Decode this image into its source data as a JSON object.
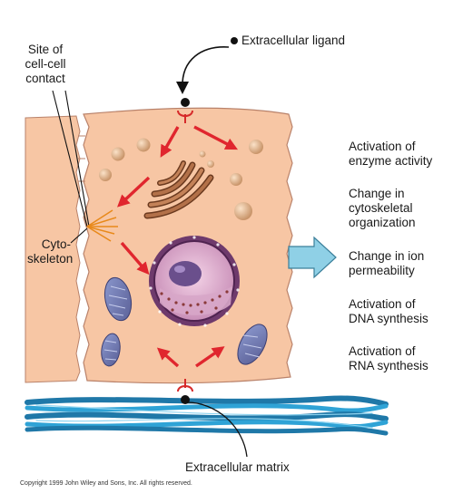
{
  "labels": {
    "extracellular_ligand": "Extracellular ligand",
    "site_of_contact": "Site of\ncell-cell\ncontact",
    "cytoskeleton": "Cyto-\nskeleton",
    "extracellular_matrix": "Extracellular matrix"
  },
  "effects": [
    "Activation of\nenzyme activity",
    "Change in\ncytoskeletal\norganization",
    "Change in ion\npermeability",
    "Activation of\nDNA synthesis",
    "Activation of\nRNA synthesis"
  ],
  "copyright": "Copyright 1999 John Wiley and Sons, Inc. All rights reserved.",
  "colors": {
    "cell": "#f7c6a4",
    "cell_edge": "#b9826a",
    "arrow": "#e0262e",
    "fiber": "#2fa3d6",
    "nucleus": "#6e3a6c",
    "big_arrow": "#8fd0e6"
  }
}
